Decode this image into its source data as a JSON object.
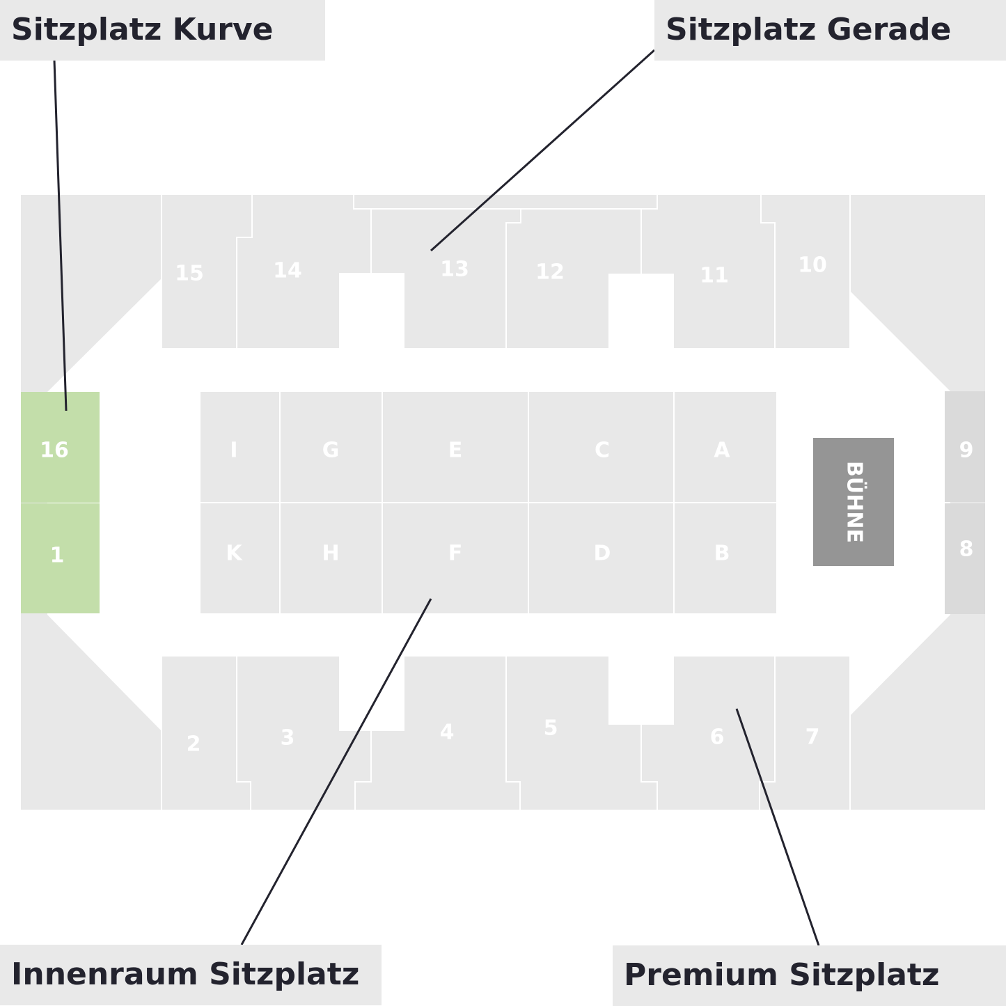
{
  "labels": {
    "curve": "Sitzplatz Kurve",
    "straight": "Sitzplatz Gerade",
    "floor": "Innenraum Sitzplatz",
    "premium": "Premium Sitzplatz"
  },
  "stage": "BÜHNE",
  "sections": {
    "s1": "1",
    "s2": "2",
    "s3": "3",
    "s4": "4",
    "s5": "5",
    "s6": "6",
    "s7": "7",
    "s8": "8",
    "s9": "9",
    "s10": "10",
    "s11": "11",
    "s12": "12",
    "s13": "13",
    "s14": "14",
    "s15": "15",
    "s16": "16"
  },
  "floor_blocks": {
    "A": "A",
    "B": "B",
    "C": "C",
    "D": "D",
    "E": "E",
    "F": "F",
    "G": "G",
    "H": "H",
    "I": "I",
    "K": "K"
  },
  "colors": {
    "stand": "#e8e8e8",
    "highlight": "#c3deaa",
    "stage": "#959595",
    "side": "#dadada",
    "text": "#23232e"
  }
}
